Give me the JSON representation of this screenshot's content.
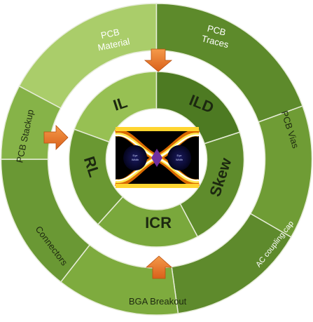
{
  "outer_ring": {
    "segments": [
      {
        "id": "pcb-material",
        "lines": [
          "PCB",
          "Material"
        ]
      },
      {
        "id": "pcb-traces",
        "lines": [
          "PCB",
          "Traces"
        ]
      },
      {
        "id": "pcb-vias",
        "lines": [
          "PCB Vias"
        ]
      },
      {
        "id": "ac-coupling-cap",
        "lines": [
          "AC coupling cap"
        ]
      },
      {
        "id": "bga-breakout",
        "lines": [
          "BGA Breakout"
        ]
      },
      {
        "id": "connectors",
        "lines": [
          "Connectors"
        ]
      },
      {
        "id": "pcb-stackup",
        "lines": [
          "PCB Stackup"
        ]
      }
    ]
  },
  "inner_ring": {
    "segments": [
      {
        "id": "il",
        "label": "IL"
      },
      {
        "id": "ild",
        "label": "ILD"
      },
      {
        "id": "skew",
        "label": "Skew"
      },
      {
        "id": "icr",
        "label": "ICR"
      },
      {
        "id": "rl",
        "label": "RL"
      }
    ]
  },
  "eye_diagram": {
    "labels": [
      "Eye",
      "Width"
    ]
  },
  "arrows": [
    {
      "id": "arrow-top",
      "direction": "down"
    },
    {
      "id": "arrow-left",
      "direction": "right"
    },
    {
      "id": "arrow-bottom",
      "direction": "up"
    }
  ],
  "colors": {
    "outer_light": "#9cc25a",
    "outer_dark": "#5f8a2a",
    "inner_light": "#8ab848",
    "inner_dark": "#4d7a22",
    "arrow": "#e8741e",
    "divider": "#e6ecd8"
  }
}
